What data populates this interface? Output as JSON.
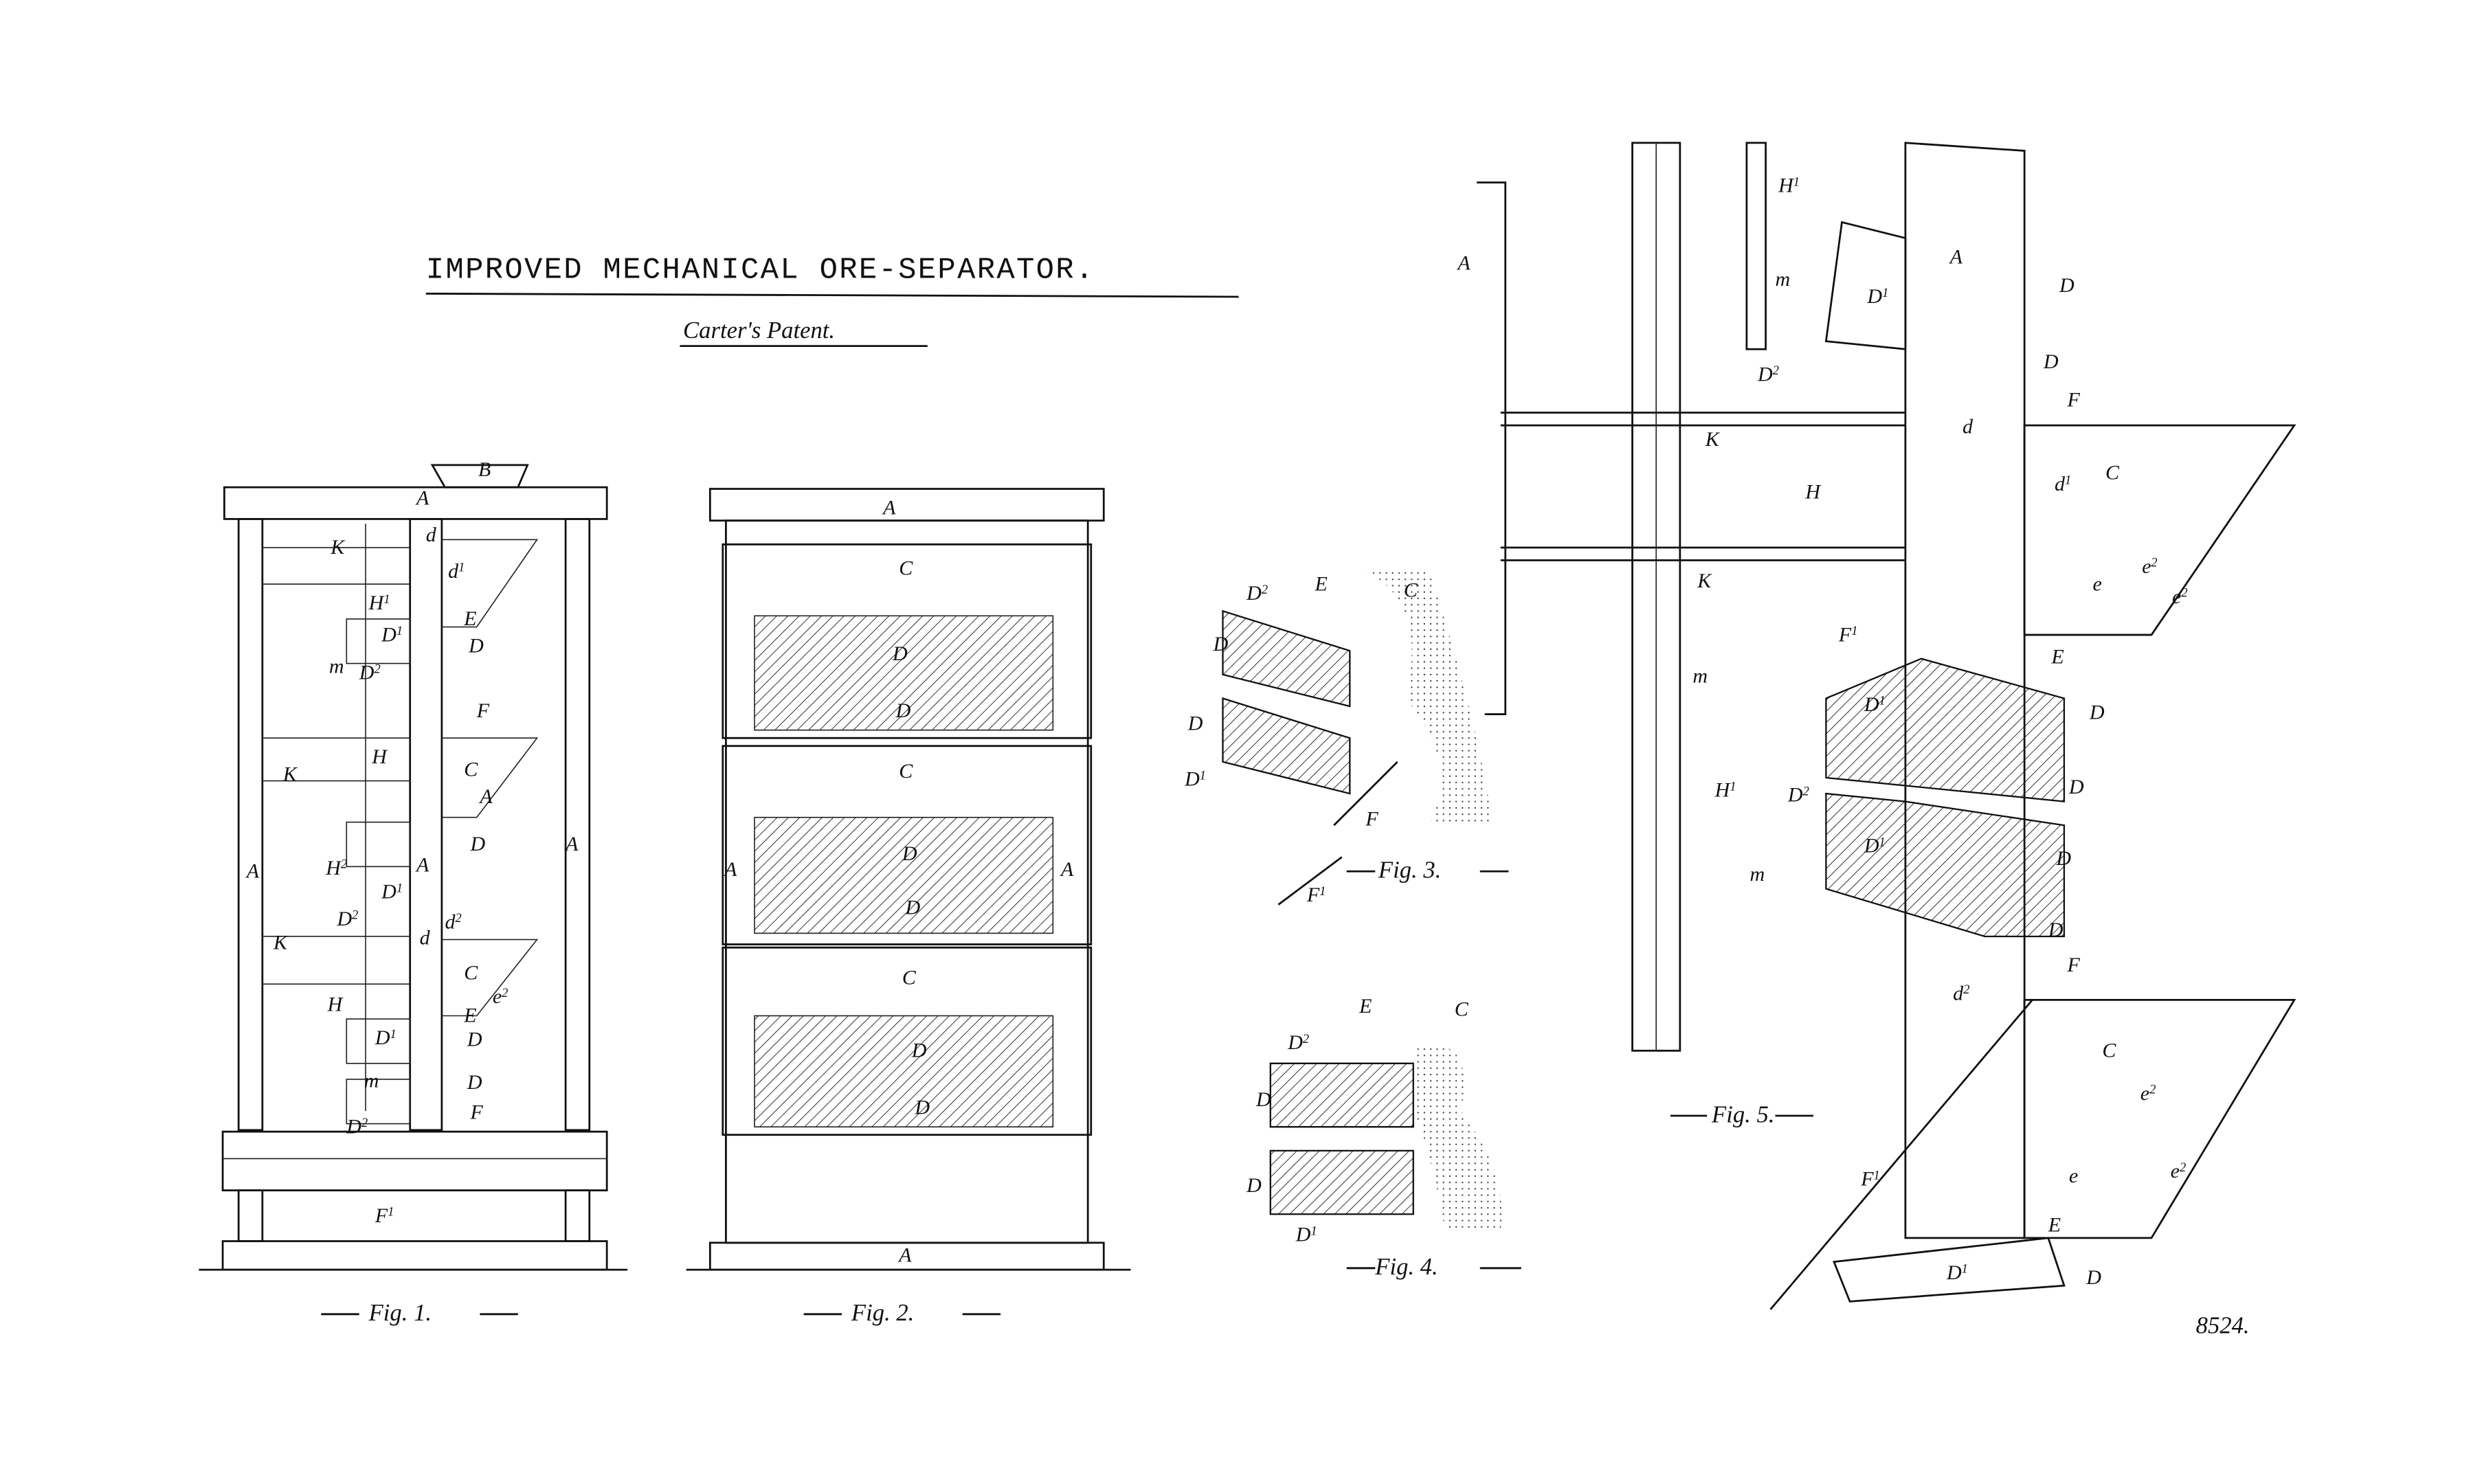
{
  "title": "IMPROVED MECHANICAL ORE-SEPARATOR.",
  "subtitle": "Carter's Patent.",
  "sheet_number": "8524.",
  "figures": [
    {
      "caption": "Fig. 1.",
      "labels": [
        "A",
        "B",
        "A",
        "A",
        "A",
        "K",
        "d",
        "d1",
        "H1",
        "D1",
        "E",
        "D",
        "m",
        "D2",
        "F",
        "H",
        "K",
        "C",
        "A",
        "D",
        "H2",
        "D1",
        "D2",
        "K",
        "d",
        "d2",
        "C",
        "e2",
        "H",
        "E",
        "D1",
        "D",
        "m",
        "D",
        "D2",
        "F",
        "F1"
      ]
    },
    {
      "caption": "Fig. 2.",
      "labels": [
        "A",
        "C",
        "D",
        "D",
        "C",
        "D",
        "D",
        "A",
        "A",
        "C",
        "D",
        "D",
        "A"
      ]
    },
    {
      "caption": "Fig. 3.",
      "labels": [
        "D2",
        "E",
        "C",
        "D",
        "D",
        "D1",
        "F",
        "F1"
      ]
    },
    {
      "caption": "Fig. 4.",
      "labels": [
        "E",
        "C",
        "D2",
        "D",
        "D",
        "D1"
      ]
    },
    {
      "caption": "Fig. 5.",
      "labels": [
        "A",
        "H1",
        "A",
        "D",
        "D1",
        "m",
        "D",
        "D2",
        "F",
        "K",
        "d",
        "d1",
        "C",
        "H",
        "K",
        "e2",
        "e",
        "e2",
        "F1",
        "E",
        "m",
        "D1",
        "D",
        "D",
        "H1",
        "D2",
        "D1",
        "D",
        "m",
        "D",
        "d2",
        "F",
        "C",
        "e2",
        "e",
        "e2",
        "F1",
        "E",
        "D1",
        "D"
      ]
    }
  ]
}
